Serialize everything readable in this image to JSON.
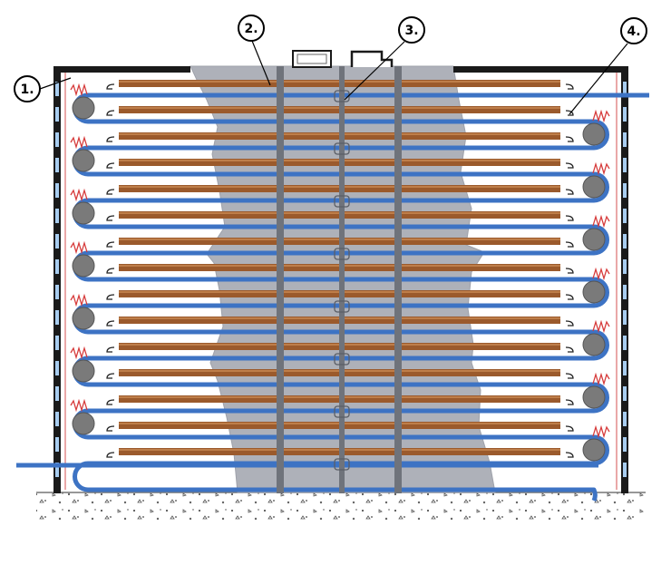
{
  "callouts": [
    {
      "id": "1",
      "label": "1."
    },
    {
      "id": "2",
      "label": "2."
    },
    {
      "id": "3",
      "label": "3."
    },
    {
      "id": "4",
      "label": "4."
    }
  ],
  "colors": {
    "frame": "#1a1a1a",
    "pipe": "#3d73c4",
    "rod": "#9b5a2c",
    "rod_highlight": "#c98a55",
    "roller": "#7a7a7a",
    "core": "#aeb1b9",
    "spring": "#d63b3b",
    "thin_line": "#d65050",
    "ground": "#eeeeee",
    "window": "#a8cdf0"
  },
  "icons": {
    "arrow": "curved-arrow-icon",
    "spring": "spring-icon",
    "roller": "roller-icon"
  },
  "layout_counts": {
    "rod_rows": 15,
    "pipe_loops": 7
  }
}
